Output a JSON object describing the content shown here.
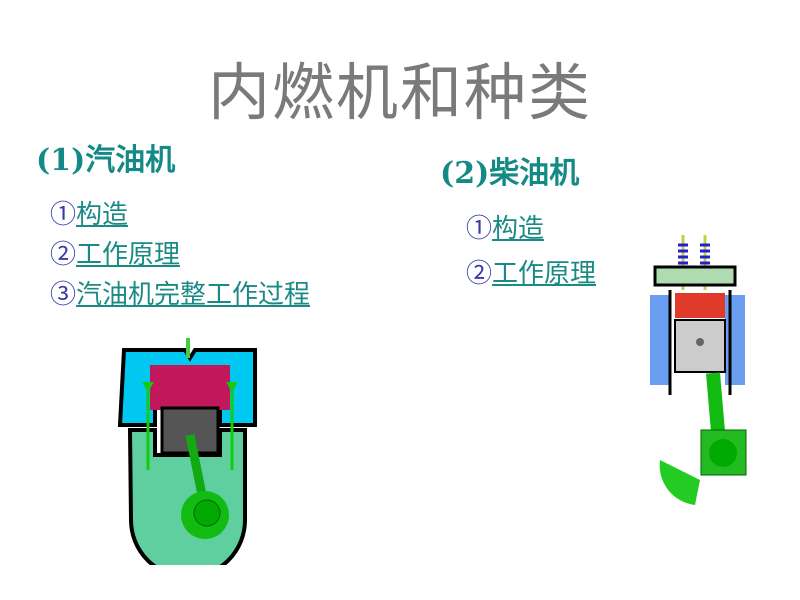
{
  "title": "内燃机和种类",
  "gasoline": {
    "heading": "(1)汽油机",
    "items": [
      {
        "num": "①",
        "label": "构造"
      },
      {
        "num": "②",
        "label": "工作原理"
      },
      {
        "num": "③",
        "label": "汽油机完整工作过程"
      }
    ]
  },
  "diesel": {
    "heading": "(2)柴油机",
    "items": [
      {
        "num": "①",
        "label": "构造"
      },
      {
        "num": "②",
        "label": "工作原理"
      }
    ]
  },
  "colors": {
    "heading": "#138a85",
    "link": "#1a8a85",
    "number": "#3a3aa8",
    "title": "#7a7a7a"
  }
}
